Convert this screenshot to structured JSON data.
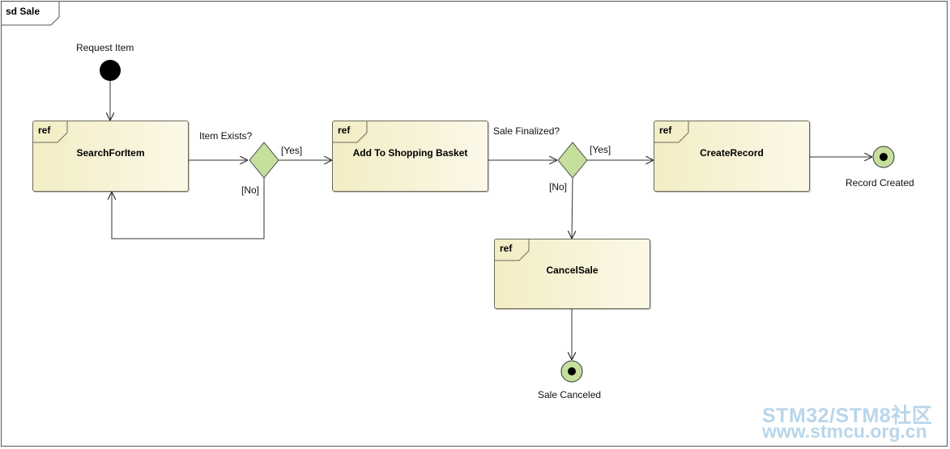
{
  "frame": {
    "title": "sd Sale"
  },
  "nodes": {
    "initial_label": "Request Item",
    "ref_keyword": "ref",
    "search": "SearchForItem",
    "basket": "Add To Shopping Basket",
    "create": "CreateRecord",
    "cancel": "CancelSale",
    "final_created": "Record Created",
    "final_canceled": "Sale Canceled"
  },
  "decisions": {
    "d1_question": "Item Exists?",
    "d1_yes": "[Yes]",
    "d1_no": "[No]",
    "d2_question": "Sale Finalized?",
    "d2_yes": "[Yes]",
    "d2_no": "[No]"
  },
  "watermark": {
    "line1": "STM32/STM8社区",
    "line2": "www.stmcu.org.cn"
  },
  "colors": {
    "activity_fill": "#f3edc4",
    "decision_fill": "#c5df9c",
    "final_fill": "#c5df9c"
  }
}
